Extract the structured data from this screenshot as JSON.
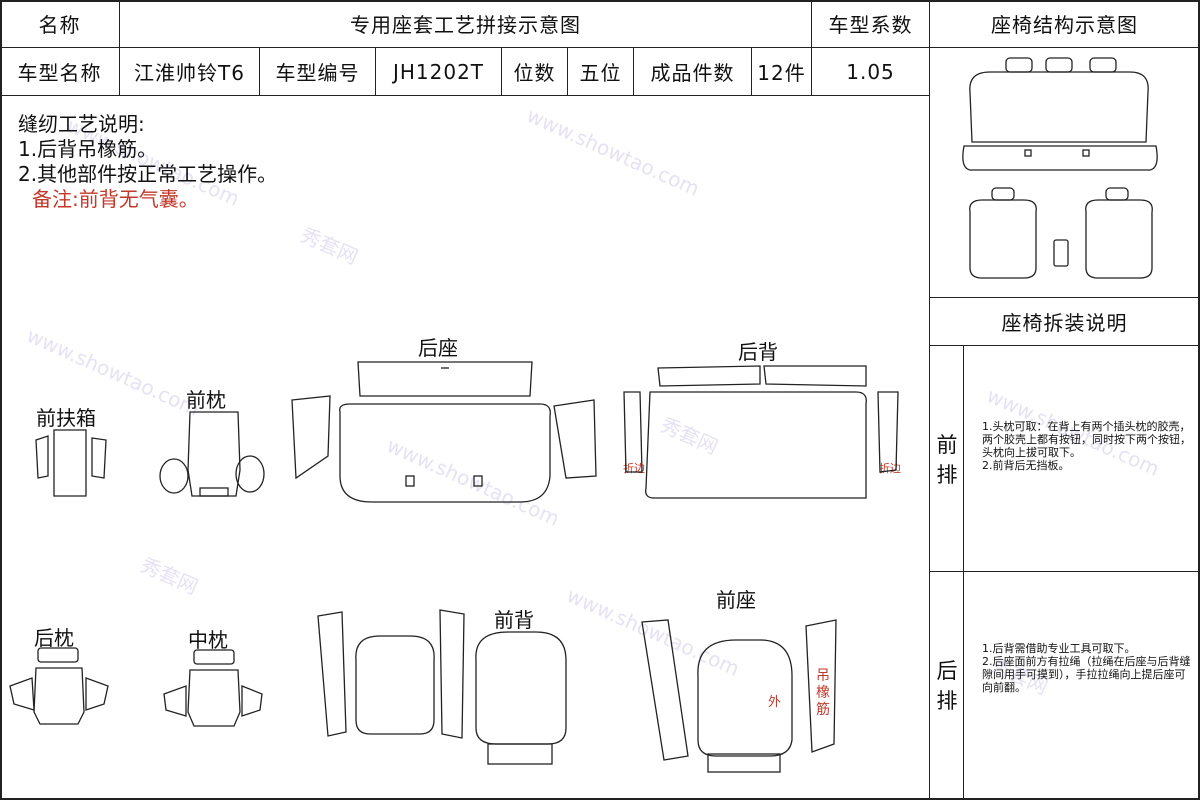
{
  "header": {
    "name_label": "名称",
    "title": "专用座套工艺拼接示意图",
    "coef_label": "车型系数",
    "struct_title": "座椅结构示意图"
  },
  "info": {
    "model_name_label": "车型名称",
    "model_name": "江淮帅铃T6",
    "model_no_label": "车型编号",
    "model_no": "JH1202T",
    "seats_label": "位数",
    "seats": "五位",
    "pieces_label": "成品件数",
    "pieces": "12件",
    "coef": "1.05"
  },
  "notes": {
    "title": "缝纫工艺说明:",
    "line1": "1.后背吊橡筋。",
    "line2": "2.其他部件按正常工艺操作。",
    "remark": "备注:前背无气囊。"
  },
  "parts": {
    "rear_seat": "后座",
    "rear_back": "后背",
    "front_armrest": "前扶箱",
    "front_pillow": "前枕",
    "rear_pillow": "后枕",
    "mid_pillow": "中枕",
    "front_back": "前背",
    "front_seat": "前座",
    "fold_left": "折边",
    "fold_right": "折边",
    "outside": "外",
    "elastic": "吊橡筋"
  },
  "disassembly": {
    "title": "座椅拆装说明",
    "front_label": "前排",
    "front_text": "1.头枕可取：在背上有两个插头枕的胶壳，两个胶壳上都有按钮，同时按下两个按钮，头枕向上拔可取下。\n2.前背后无挡板。",
    "rear_label": "后排",
    "rear_text": "1.后背需借助专业工具可取下。\n2.后座面前方有拉绳（拉绳在后座与后背缝隙间用手可摸到），手拉拉绳向上提后座可向前翻。"
  },
  "watermark": {
    "cn": "秀套网",
    "en": "www.showtao.com"
  },
  "colors": {
    "accent_red": "#c0392b",
    "line": "#222222",
    "watermark": "#8c78c8"
  }
}
